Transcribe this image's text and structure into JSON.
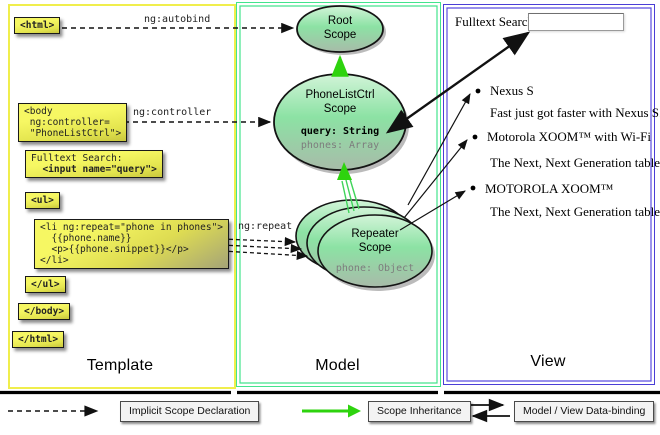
{
  "panels": {
    "template": {
      "title": "Template"
    },
    "model": {
      "title": "Model"
    },
    "view": {
      "title": "View"
    }
  },
  "template_code": {
    "html_open": "<html>",
    "body_open": "<body\n ng:controller=\n \"PhoneListCtrl\">",
    "fulltext_label": "Fulltext Search:",
    "input_code": "  <input name=\"query\">",
    "ul_open": "<ul>",
    "li_repeat": "<li ng:repeat=\"phone in phones\">\n  {{phone.name}}\n  <p>{{phone.snippet}}</p>\n</li>",
    "ul_close": "</ul>",
    "body_close": "</body>",
    "html_close": "</html>"
  },
  "arrow_labels": {
    "autobind": "ng:autobind",
    "controller": "ng:controller",
    "repeat": "ng:repeat"
  },
  "model_scopes": {
    "root_title": "Root\nScope",
    "ctrl_title": "PhoneListCtrl\nScope",
    "ctrl_query": "query: String",
    "ctrl_phones": "phones: Array",
    "repeater_title": "Repeater\nScope",
    "repeater_phone": "phone: Object"
  },
  "view": {
    "search_label": "Fulltext Search:",
    "search_value": "",
    "items": [
      {
        "title": "Nexus S",
        "desc": "Fast just got faster with Nexus S."
      },
      {
        "title": "Motorola XOOM™ with Wi-Fi",
        "desc": "The Next, Next Generation tablet."
      },
      {
        "title": "MOTOROLA XOOM™",
        "desc": "The Next, Next Generation tablet."
      }
    ]
  },
  "legend": {
    "implicit": "Implicit Scope Declaration",
    "inheritance": "Scope Inheritance",
    "binding": "Model / View Data-binding"
  },
  "colors": {
    "template_border": "#f0ee4c",
    "model_border": "#43e48c",
    "view_border": "#5a4de0",
    "scope_fill_top": "#d2f4d8",
    "scope_fill_mid": "#8ce2a4",
    "scope_fill_bottom": "#a8bba9",
    "inheritance_green": "#2ed30e",
    "code_yellow": "#f3f55a"
  }
}
